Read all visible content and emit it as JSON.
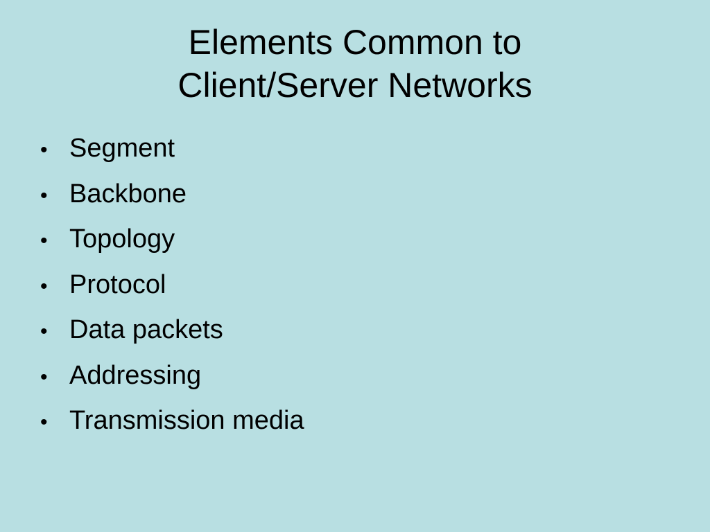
{
  "slide": {
    "title_lines": [
      "Elements Common to",
      "Client/Server Networks"
    ],
    "bullet_glyph": "•",
    "bullets": [
      "Segment",
      "Backbone",
      "Topology",
      "Protocol",
      "Data packets",
      "Addressing",
      "Transmission media"
    ],
    "background_color": "#b8dfe2"
  }
}
